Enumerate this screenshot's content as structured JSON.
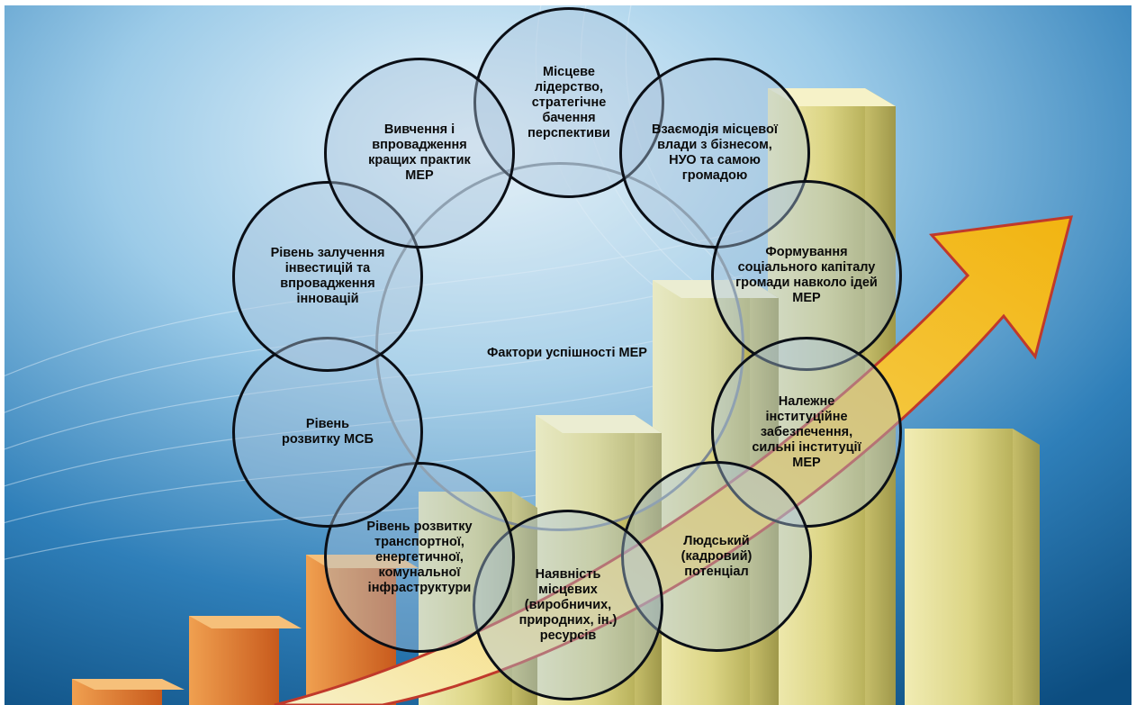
{
  "diagram": {
    "center": {
      "label": "Фактори успішності МЕР"
    },
    "factors": [
      {
        "id": "leadership",
        "label": "Місцеве лідерство, стратегічне бачення перспективи"
      },
      {
        "id": "interaction",
        "label": "Взаємодія місцевої влади з бізнесом, НУО та самою громадою"
      },
      {
        "id": "social-capital",
        "label": "Формування соціального капіталу громади навколо ідей МЕР"
      },
      {
        "id": "institutions",
        "label": "Належне інституційне забезпечення, сильні інституції МЕР"
      },
      {
        "id": "human-potential",
        "label": "Людський (кадровий) потенціал"
      },
      {
        "id": "resources",
        "label": "Наявність місцевих (виробничих, природних, ін.) ресурсів"
      },
      {
        "id": "infrastructure",
        "label": "Рівень розвитку транспортної, енергетичної, комунальної інфраструктури"
      },
      {
        "id": "sme",
        "label": "Рівень розвитку МСБ"
      },
      {
        "id": "investment",
        "label": "Рівень залучення інвестицій та впровадження інновацій"
      },
      {
        "id": "best-practices",
        "label": "Вивчення і впровадження кращих практик МЕР"
      }
    ]
  },
  "colors": {
    "sky_top": "#d8ecf8",
    "sky_bottom": "#0f5a92",
    "arrow": "#f4c21a",
    "arrow_edge": "#c0392b",
    "bar_orange": "#e0742a",
    "bar_yellow": "#e8e08a",
    "circle_border": "#0b0f16",
    "circle_fill": "#aac3dc"
  }
}
